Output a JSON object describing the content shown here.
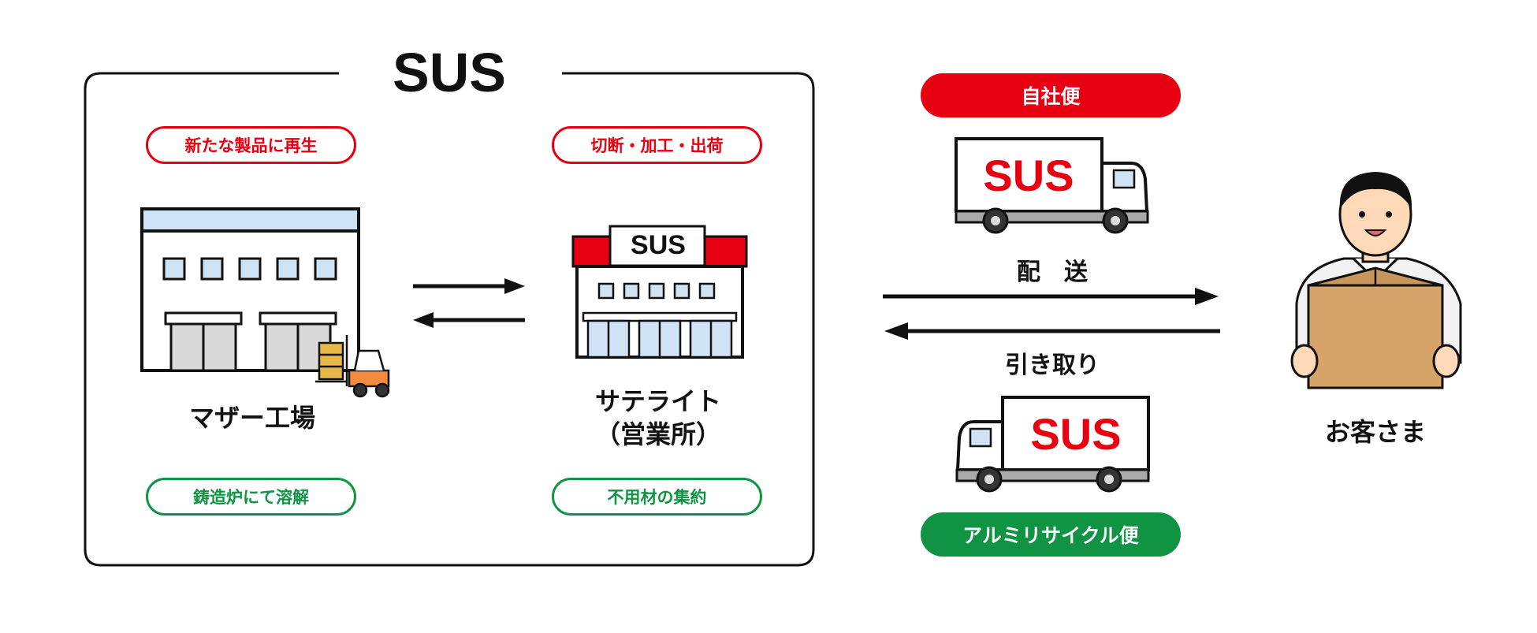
{
  "frame": {
    "title": "SUS"
  },
  "badges": {
    "recycle": "新たな製品に再生",
    "process": "切断・加工・出荷",
    "melt": "鋳造炉にて溶解",
    "collect": "不用材の集約"
  },
  "nodes": {
    "mother_factory": "マザー工場",
    "satellite_line1": "サテライト",
    "satellite_line2": "（営業所）",
    "satellite_sign": "SUS",
    "customer": "お客さま"
  },
  "delivery": {
    "own_truck_label": "自社便",
    "truck_brand": "SUS",
    "deliver_label": "配　送",
    "pickup_label": "引き取り",
    "pickup_truck_brand": "SUS",
    "aluminum_label": "アルミリサイクル便"
  },
  "colors": {
    "red": "#e60012",
    "green": "#109443",
    "black": "#111111",
    "light_blue": "#cfe3f5"
  }
}
